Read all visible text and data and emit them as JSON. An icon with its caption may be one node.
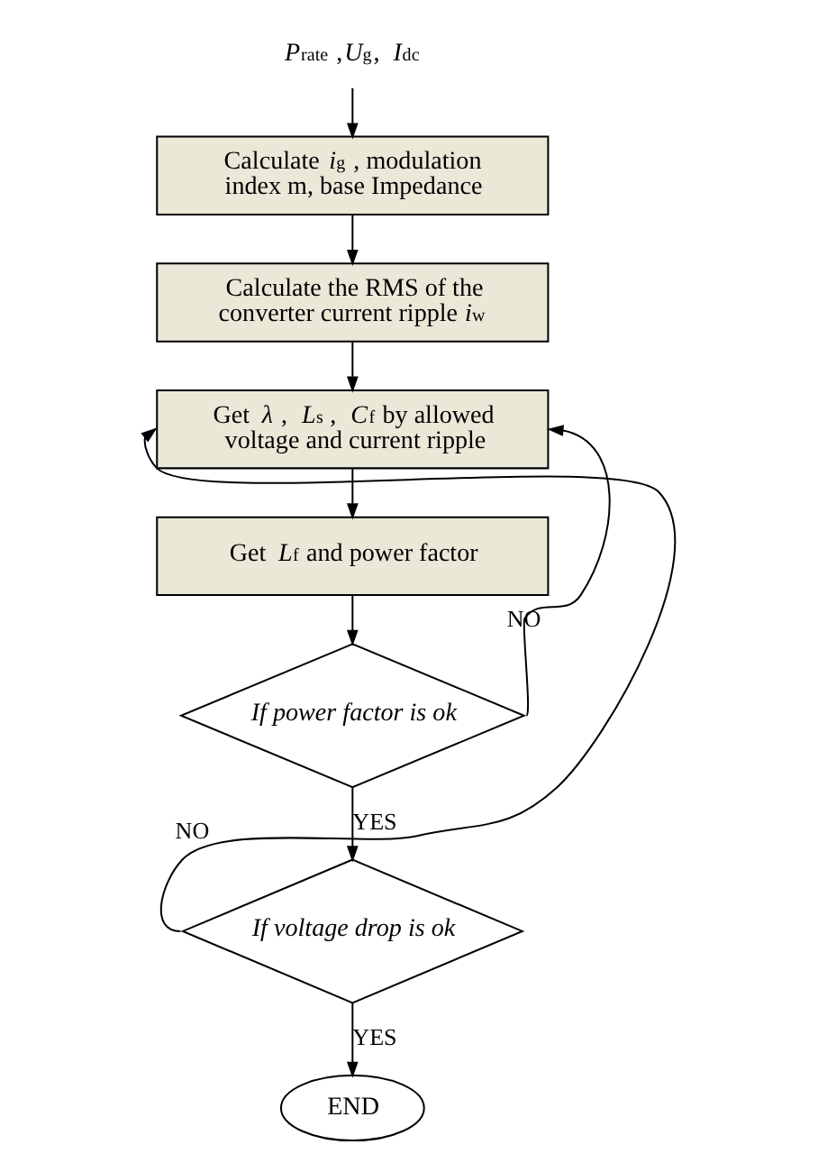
{
  "diagram": {
    "nodes": [
      {
        "text": [
          "*P*$_{rate}$ ,*U*$_{g}$, *I*$_{dc}$"
        ]
      },
      {
        "text": [
          "Calculate *i*$_{g}$ , modulation index m, base Impedance"
        ]
      },
      {
        "text": [
          "Calculate the RMS of the converter current ripple *i*$_{w}$"
        ]
      },
      {
        "text": [
          "Get *λ* , *L*$_{s}$ , *C*$_{f}$ by allowed voltage and current ripple"
        ]
      },
      {
        "text": [
          "Get *L*$_{f}$ and power factor"
        ]
      },
      {
        "text": [
          "If power factor is ok"
        ]
      },
      {
        "text": [
          "If voltage drop is ok"
        ]
      },
      {
        "text": [
          "END"
        ]
      }
    ],
    "edges": [
      {
        "from": 0,
        "to": 1,
        "arrow": "to"
      },
      {
        "from": 1,
        "to": 2,
        "arrow": "to"
      },
      {
        "from": 2,
        "to": 3,
        "arrow": "to"
      },
      {
        "from": 3,
        "to": 4,
        "arrow": "to"
      },
      {
        "from": 4,
        "to": 5,
        "arrow": "to"
      },
      {
        "from": 5,
        "to": 6,
        "arrow": "to",
        "label": "YES"
      },
      {
        "from": 6,
        "to": 7,
        "arrow": "to",
        "label": "YES"
      },
      {
        "from": 5,
        "to": 3,
        "arrow": "to",
        "label": "NO"
      },
      {
        "from": 6,
        "to": 3,
        "arrow": "to",
        "label": "NO"
      }
    ]
  }
}
